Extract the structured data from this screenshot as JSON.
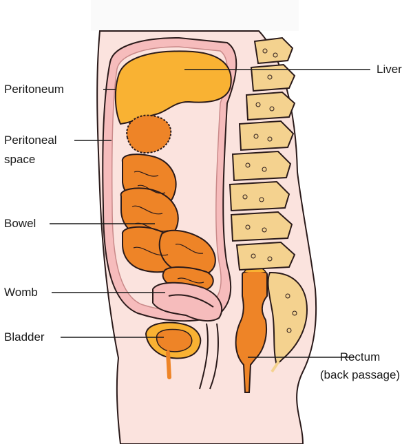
{
  "labels": {
    "peritoneum": "Peritoneum",
    "peritoneal_space_line1": "Peritoneal",
    "peritoneal_space_line2": "space",
    "bowel": "Bowel",
    "womb": "Womb",
    "bladder": "Bladder",
    "liver": "Liver",
    "rectum_line1": "Rectum",
    "rectum_line2": "(back passage)"
  },
  "colors": {
    "skin": "#fbe3de",
    "cavity": "#f6bcbc",
    "liver": "#f9b233",
    "bowel": "#ee8427",
    "vertebra": "#f4d28f",
    "outline": "#2a1a1a"
  }
}
